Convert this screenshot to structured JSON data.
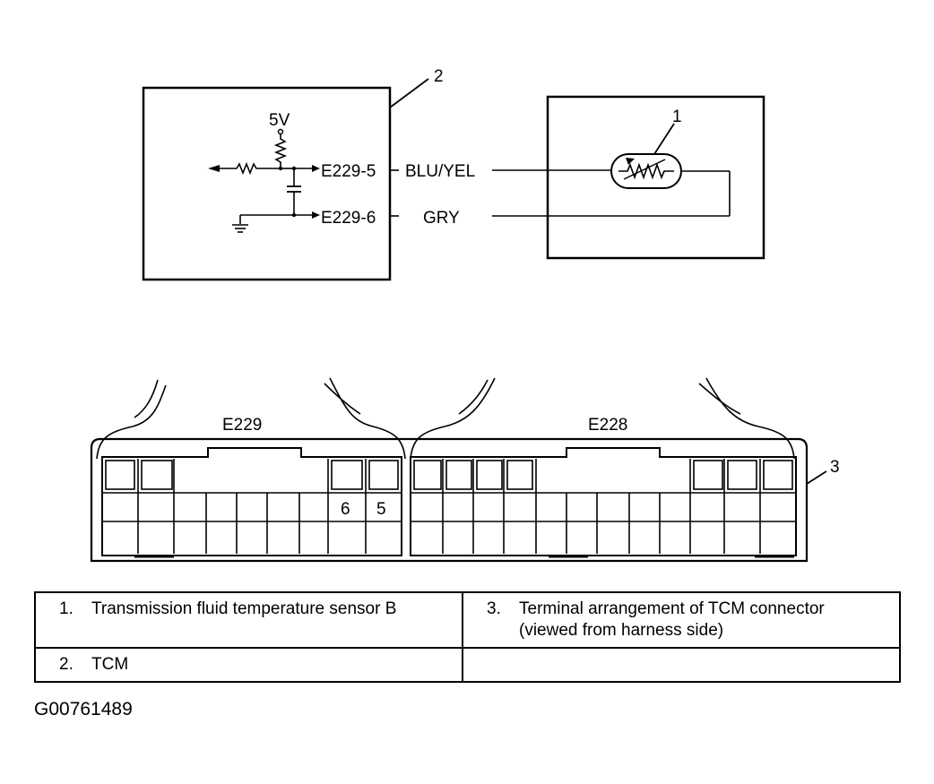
{
  "diagram": {
    "supply": "5V",
    "terminals": [
      {
        "pin_label": "E229-5",
        "wire_color": "BLU/YEL"
      },
      {
        "pin_label": "E229-6",
        "wire_color": "GRY"
      }
    ],
    "callouts": [
      "1",
      "2",
      "3"
    ],
    "connectors": [
      {
        "name": "E229",
        "highlight_pins": [
          "6",
          "5"
        ]
      },
      {
        "name": "E228"
      }
    ]
  },
  "legend": {
    "rows": [
      [
        {
          "number": "1.",
          "text": "Transmission fluid temperature sensor B"
        },
        {
          "number": "3.",
          "text": "Terminal arrangement of TCM connector (viewed from harness side)"
        }
      ],
      [
        {
          "number": "2.",
          "text": "TCM"
        },
        {
          "number": "",
          "text": ""
        }
      ]
    ]
  },
  "figure_id": "G00761489"
}
